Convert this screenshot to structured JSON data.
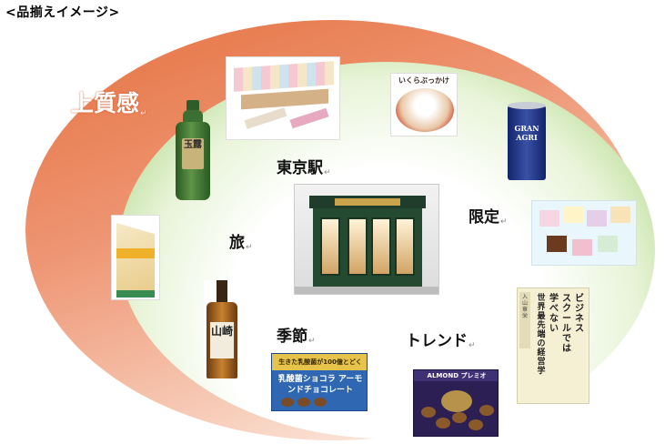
{
  "heading": "<品揃えイメージ>",
  "labels": {
    "premium": "上質感",
    "tokyo_station": "東京駅",
    "travel": "旅",
    "limited": "限定",
    "season": "季節",
    "trend": "トレンド",
    "return_mark": "↵"
  },
  "products": {
    "tea_label": "玉露",
    "can_text": "GRAN AGRI",
    "dish_title": "いくらぶっかけ",
    "whisky_label": "山崎",
    "choco_top": "生きた乳酸菌が100億とどく",
    "choco_text": "乳酸菌ショコラ アーモンドチョコレート",
    "almond_top": "ALMOND プレミオ",
    "book_columns": [
      "ビジネス",
      "スクールでは",
      "学べない",
      "世界最先端の経営学"
    ],
    "book_author": "入山章栄"
  },
  "colors": {
    "outer_ellipse": "#e5713e",
    "inner_ellipse": "#9ccb6e"
  }
}
